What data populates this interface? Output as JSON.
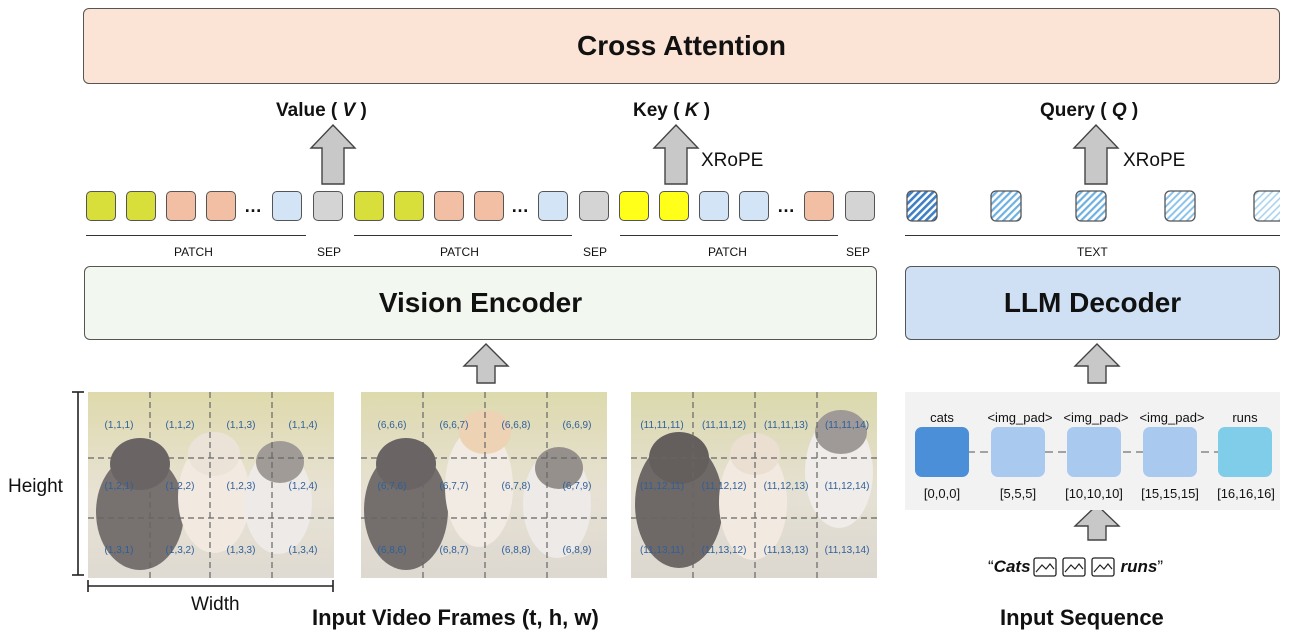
{
  "top_box": {
    "label": "Cross Attention",
    "color": "#fbe3d6"
  },
  "value_label": {
    "prefix": "Value ( ",
    "var": "V",
    "suffix": " )"
  },
  "key_label": {
    "prefix": "Key ( ",
    "var": "K",
    "suffix": " )"
  },
  "query_label": {
    "prefix": "Query ( ",
    "var": "Q",
    "suffix": " )"
  },
  "xrope_key": "XRoPE",
  "xrope_query": "XRoPE",
  "groups": [
    {
      "patch": "PATCH",
      "sep": "SEP"
    },
    {
      "patch": "PATCH",
      "sep": "SEP"
    },
    {
      "patch": "PATCH",
      "sep": "SEP"
    }
  ],
  "text_label": "TEXT",
  "ellipsis": "…",
  "vision_encoder": {
    "label": "Vision Encoder",
    "color": "#f2f8ef"
  },
  "llm_decoder": {
    "label": "LLM Decoder",
    "color": "#cfe0f5"
  },
  "height_label": "Height",
  "width_label": "Width",
  "frames_caption": "Input Video Frames (t, h, w)",
  "sequence_caption": "Input Sequence",
  "frames": [
    [
      "(1,1,1)",
      "(1,1,2)",
      "(1,1,3)",
      "(1,1,4)",
      "(1,2,1)",
      "(1,2,2)",
      "(1,2,3)",
      "(1,2,4)",
      "(1,3,1)",
      "(1,3,2)",
      "(1,3,3)",
      "(1,3,4)"
    ],
    [
      "(6,6,6)",
      "(6,6,7)",
      "(6,6,8)",
      "(6,6,9)",
      "(6,7,6)",
      "(6,7,7)",
      "(6,7,8)",
      "(6,7,9)",
      "(6,8,6)",
      "(6,8,7)",
      "(6,8,8)",
      "(6,8,9)"
    ],
    [
      "(11,11,11)",
      "(11,11,12)",
      "(11,11,13)",
      "(11,11,14)",
      "(11,12,11)",
      "(11,12,12)",
      "(11,12,13)",
      "(11,12,14)",
      "(11,13,11)",
      "(11,13,12)",
      "(11,13,13)",
      "(11,13,14)"
    ]
  ],
  "sequence_tokens": [
    {
      "label": "cats",
      "pos": "[0,0,0]",
      "color": "#4a8fd8"
    },
    {
      "label": "<img_pad>",
      "pos": "[5,5,5]",
      "color": "#a9c9ef"
    },
    {
      "label": "<img_pad>",
      "pos": "[10,10,10]",
      "color": "#a9c9ef"
    },
    {
      "label": "<img_pad>",
      "pos": "[15,15,15]",
      "color": "#a9c9ef"
    },
    {
      "label": "runs",
      "pos": "[16,16,16]",
      "color": "#7fcde9"
    }
  ],
  "input_text": {
    "open_quote": "“",
    "first_word": "Cats",
    "last_word": "runs",
    "close_quote": "”"
  },
  "colors": {
    "yellow_green": "#d8df3a",
    "salmon": "#f2bfa5",
    "light_blue": "#d4e4f7",
    "gray": "#d4d4d4",
    "bright_yellow": "#ffff1a",
    "arrow_gray": "#c8c8c8"
  }
}
